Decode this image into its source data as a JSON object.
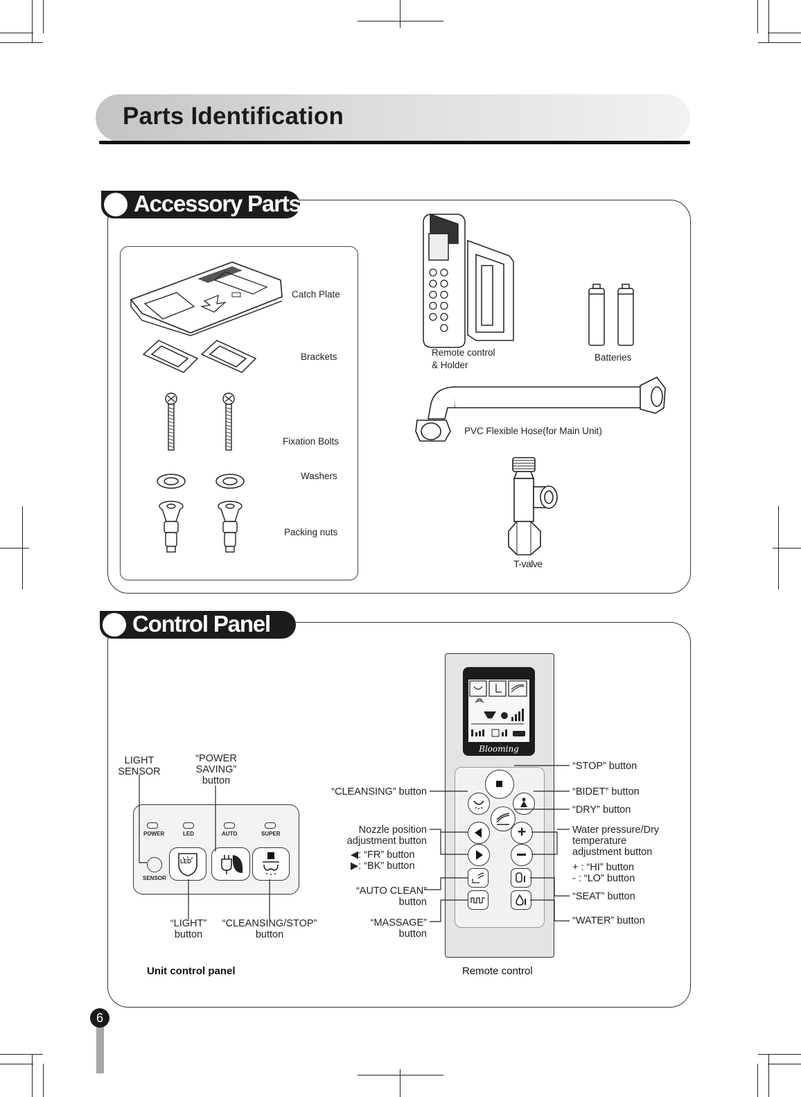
{
  "page": {
    "title": "Parts Identification",
    "number": "6"
  },
  "accessory": {
    "heading": "Accessory Parts",
    "labels": {
      "catch_plate": "Catch Plate",
      "brackets": "Brackets",
      "fixation_bolts": "Fixation Bolts",
      "washers": "Washers",
      "packing_nuts": "Packing nuts",
      "remote_line1": "Remote control",
      "remote_line2": "& Holder",
      "batteries": "Batteries",
      "hose": "PVC Flexible Hose(for Main Unit)",
      "tvalve": "T-valve"
    }
  },
  "control": {
    "heading": "Control Panel",
    "unit": {
      "caption": "Unit control panel",
      "indicators": [
        "POWER",
        "LED",
        "AUTO",
        "SUPER"
      ],
      "sensor_label": "SENSOR",
      "callouts": {
        "light_sensor_1": "LIGHT",
        "light_sensor_2": "SENSOR",
        "power_saving_1": "“POWER",
        "power_saving_2": "SAVING”",
        "power_saving_3": "button",
        "light_1": "“LIGHT”",
        "light_2": "button",
        "cleansing_stop_1": "“CLEANSING/STOP”",
        "cleansing_stop_2": "button"
      },
      "led_badge": "LED"
    },
    "remote": {
      "caption": "Remote control",
      "brand": "Blooming",
      "callouts": {
        "stop": "“STOP” button",
        "bidet": "“BIDET” button",
        "dry": "“DRY” button",
        "cleansing": "“CLEANSING” button",
        "nozzle_1": "Nozzle position",
        "nozzle_2": "adjustment button",
        "nozzle_fr": "◀: “FR” button",
        "nozzle_bk": "▶: “BK” button",
        "water_1": "Water pressure/Dry",
        "water_2": "temperature",
        "water_3": "adjustment button",
        "water_hi": "+ : “HI” button",
        "water_lo": "- : “LO” button",
        "auto_clean_1": "“AUTO CLEAN”",
        "auto_clean_2": "button",
        "seat": "“SEAT” button",
        "massage_1": "“MASSAGE”",
        "massage_2": "button",
        "water": "“WATER” button"
      }
    }
  }
}
